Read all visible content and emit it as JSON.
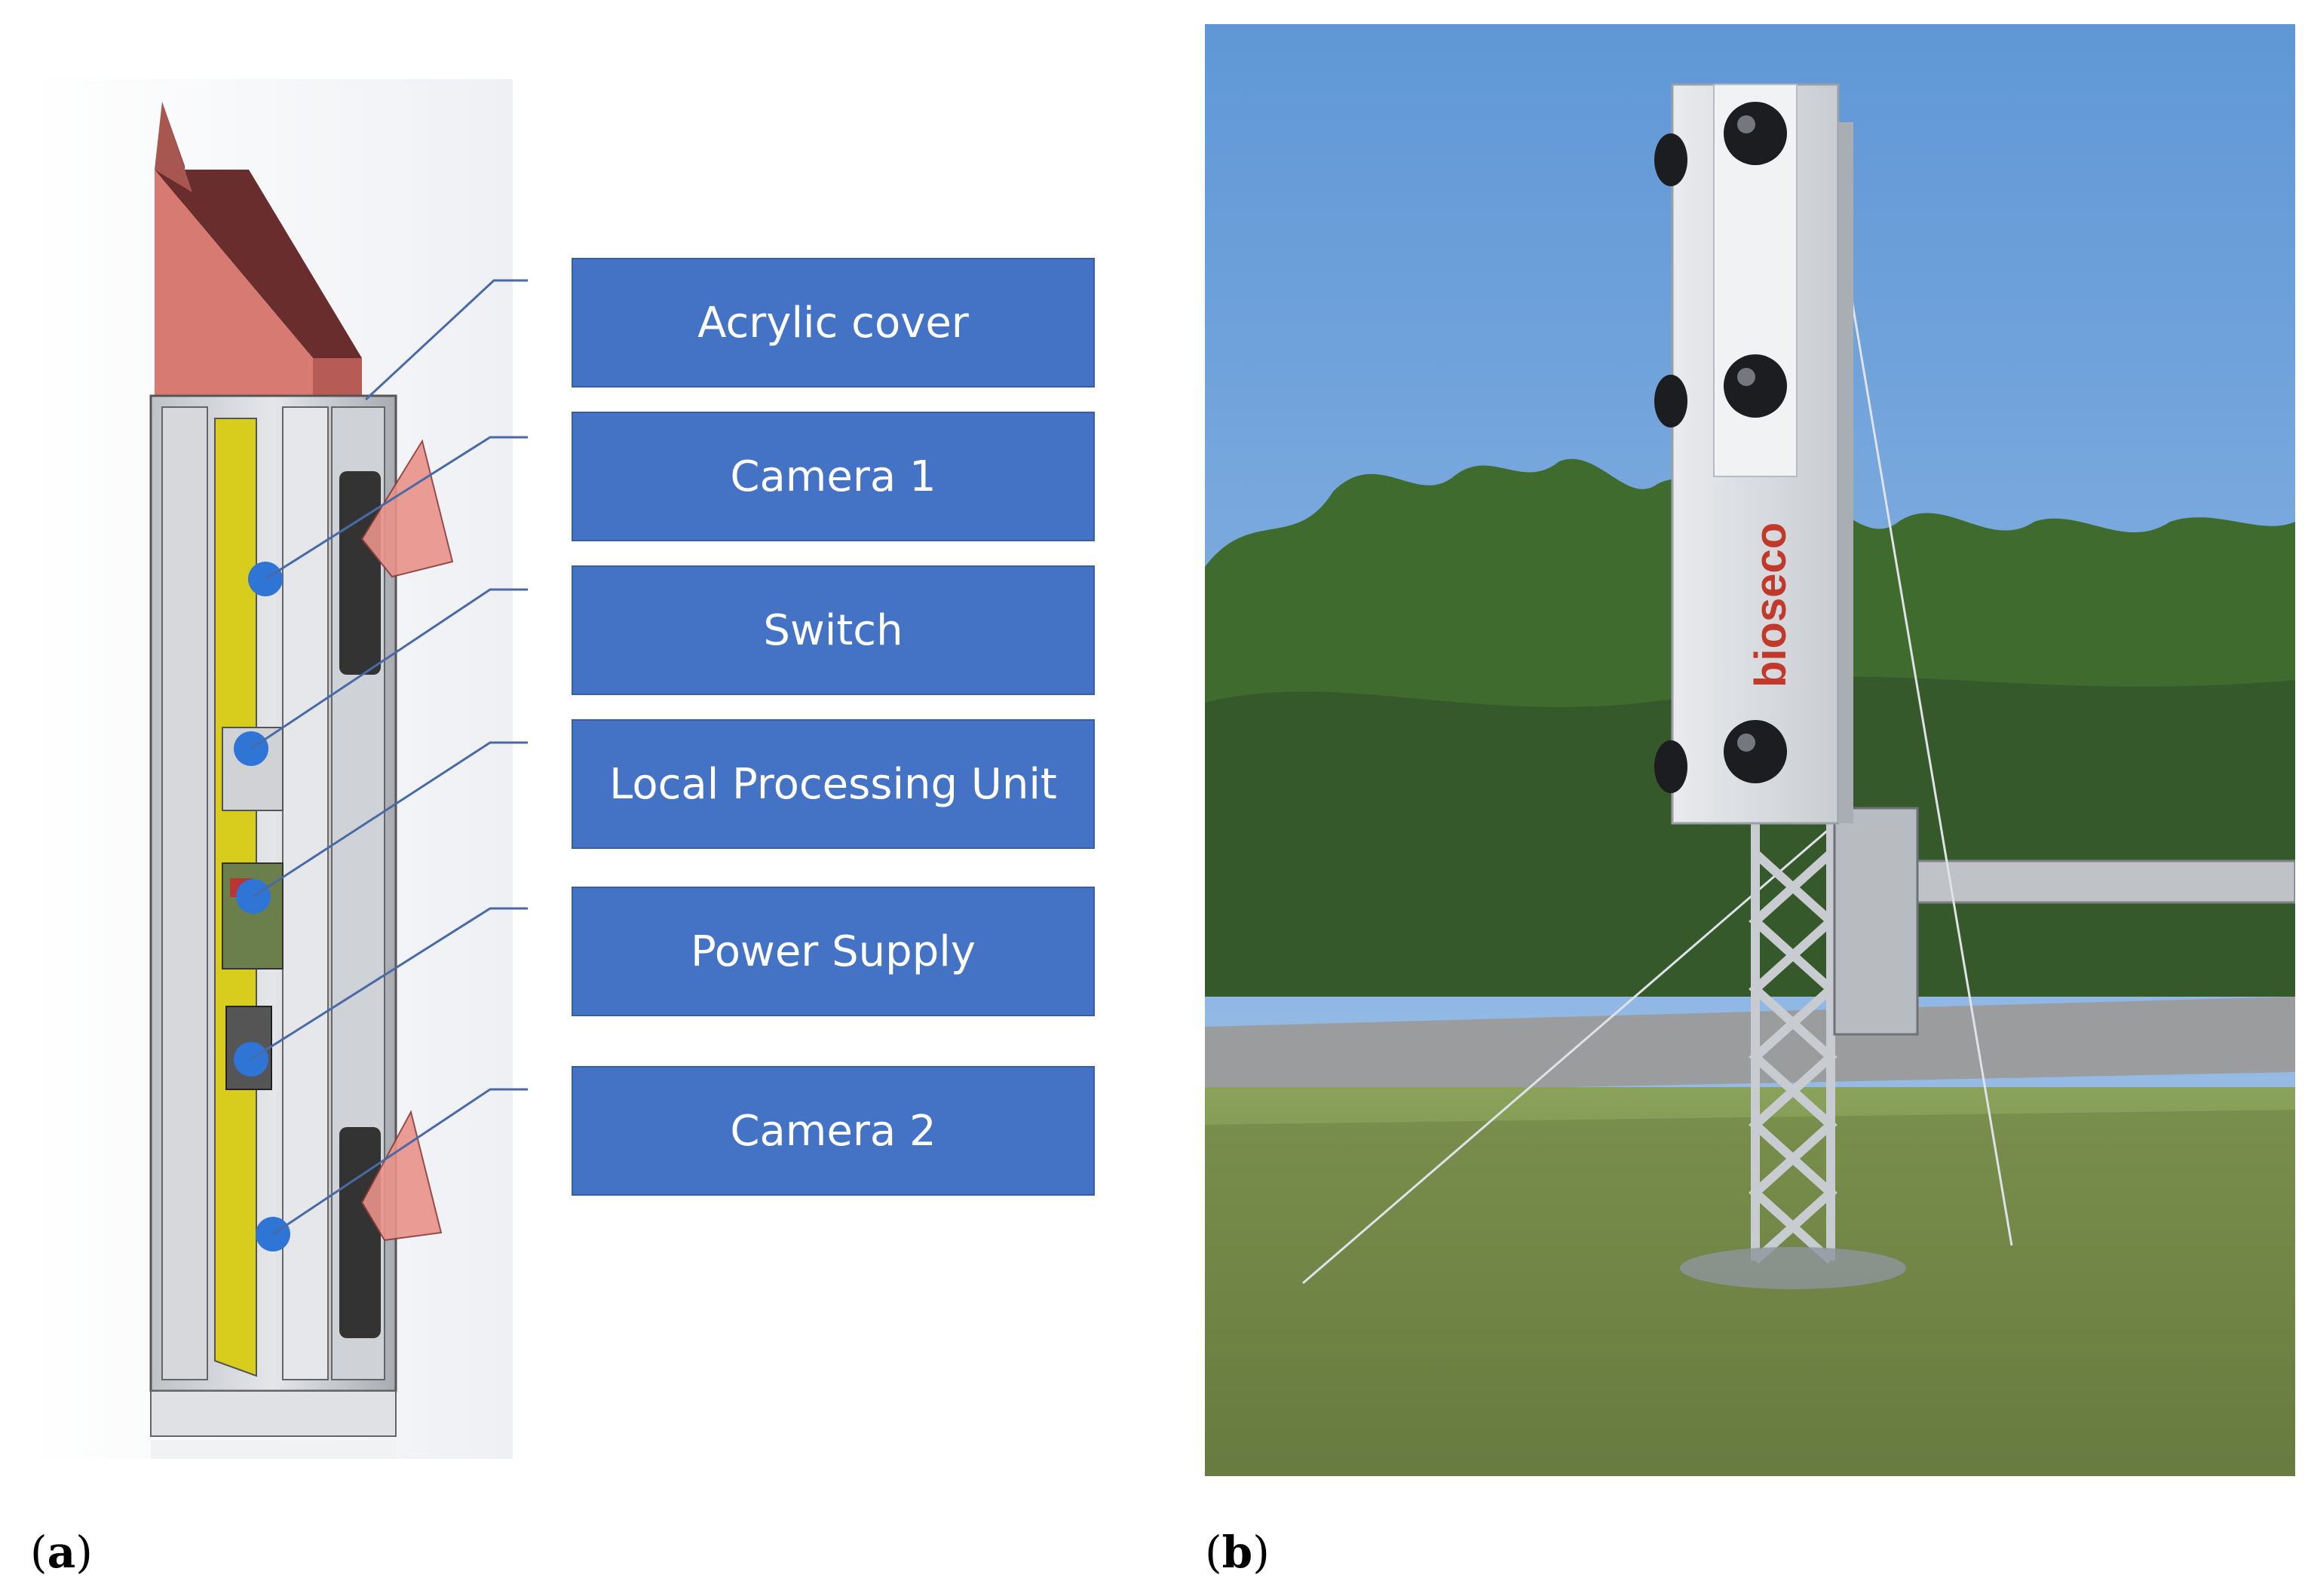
{
  "panel_a": {
    "caption_open": "(",
    "caption_letter": "a",
    "caption_close": ")",
    "labels": [
      "Acrylic cover",
      "Camera 1",
      "Switch",
      "Local Processing Unit",
      "Power Supply",
      "Camera 2"
    ],
    "colors": {
      "label_fill": "#4472C4",
      "leader_line": "#4a6aa6",
      "marker": "#2e75d6",
      "cover": "#d9736b",
      "pcb": "#d8cc1c"
    }
  },
  "panel_b": {
    "caption_open": "(",
    "caption_letter": "b",
    "caption_close": ")",
    "logo_text": "bioseco"
  }
}
